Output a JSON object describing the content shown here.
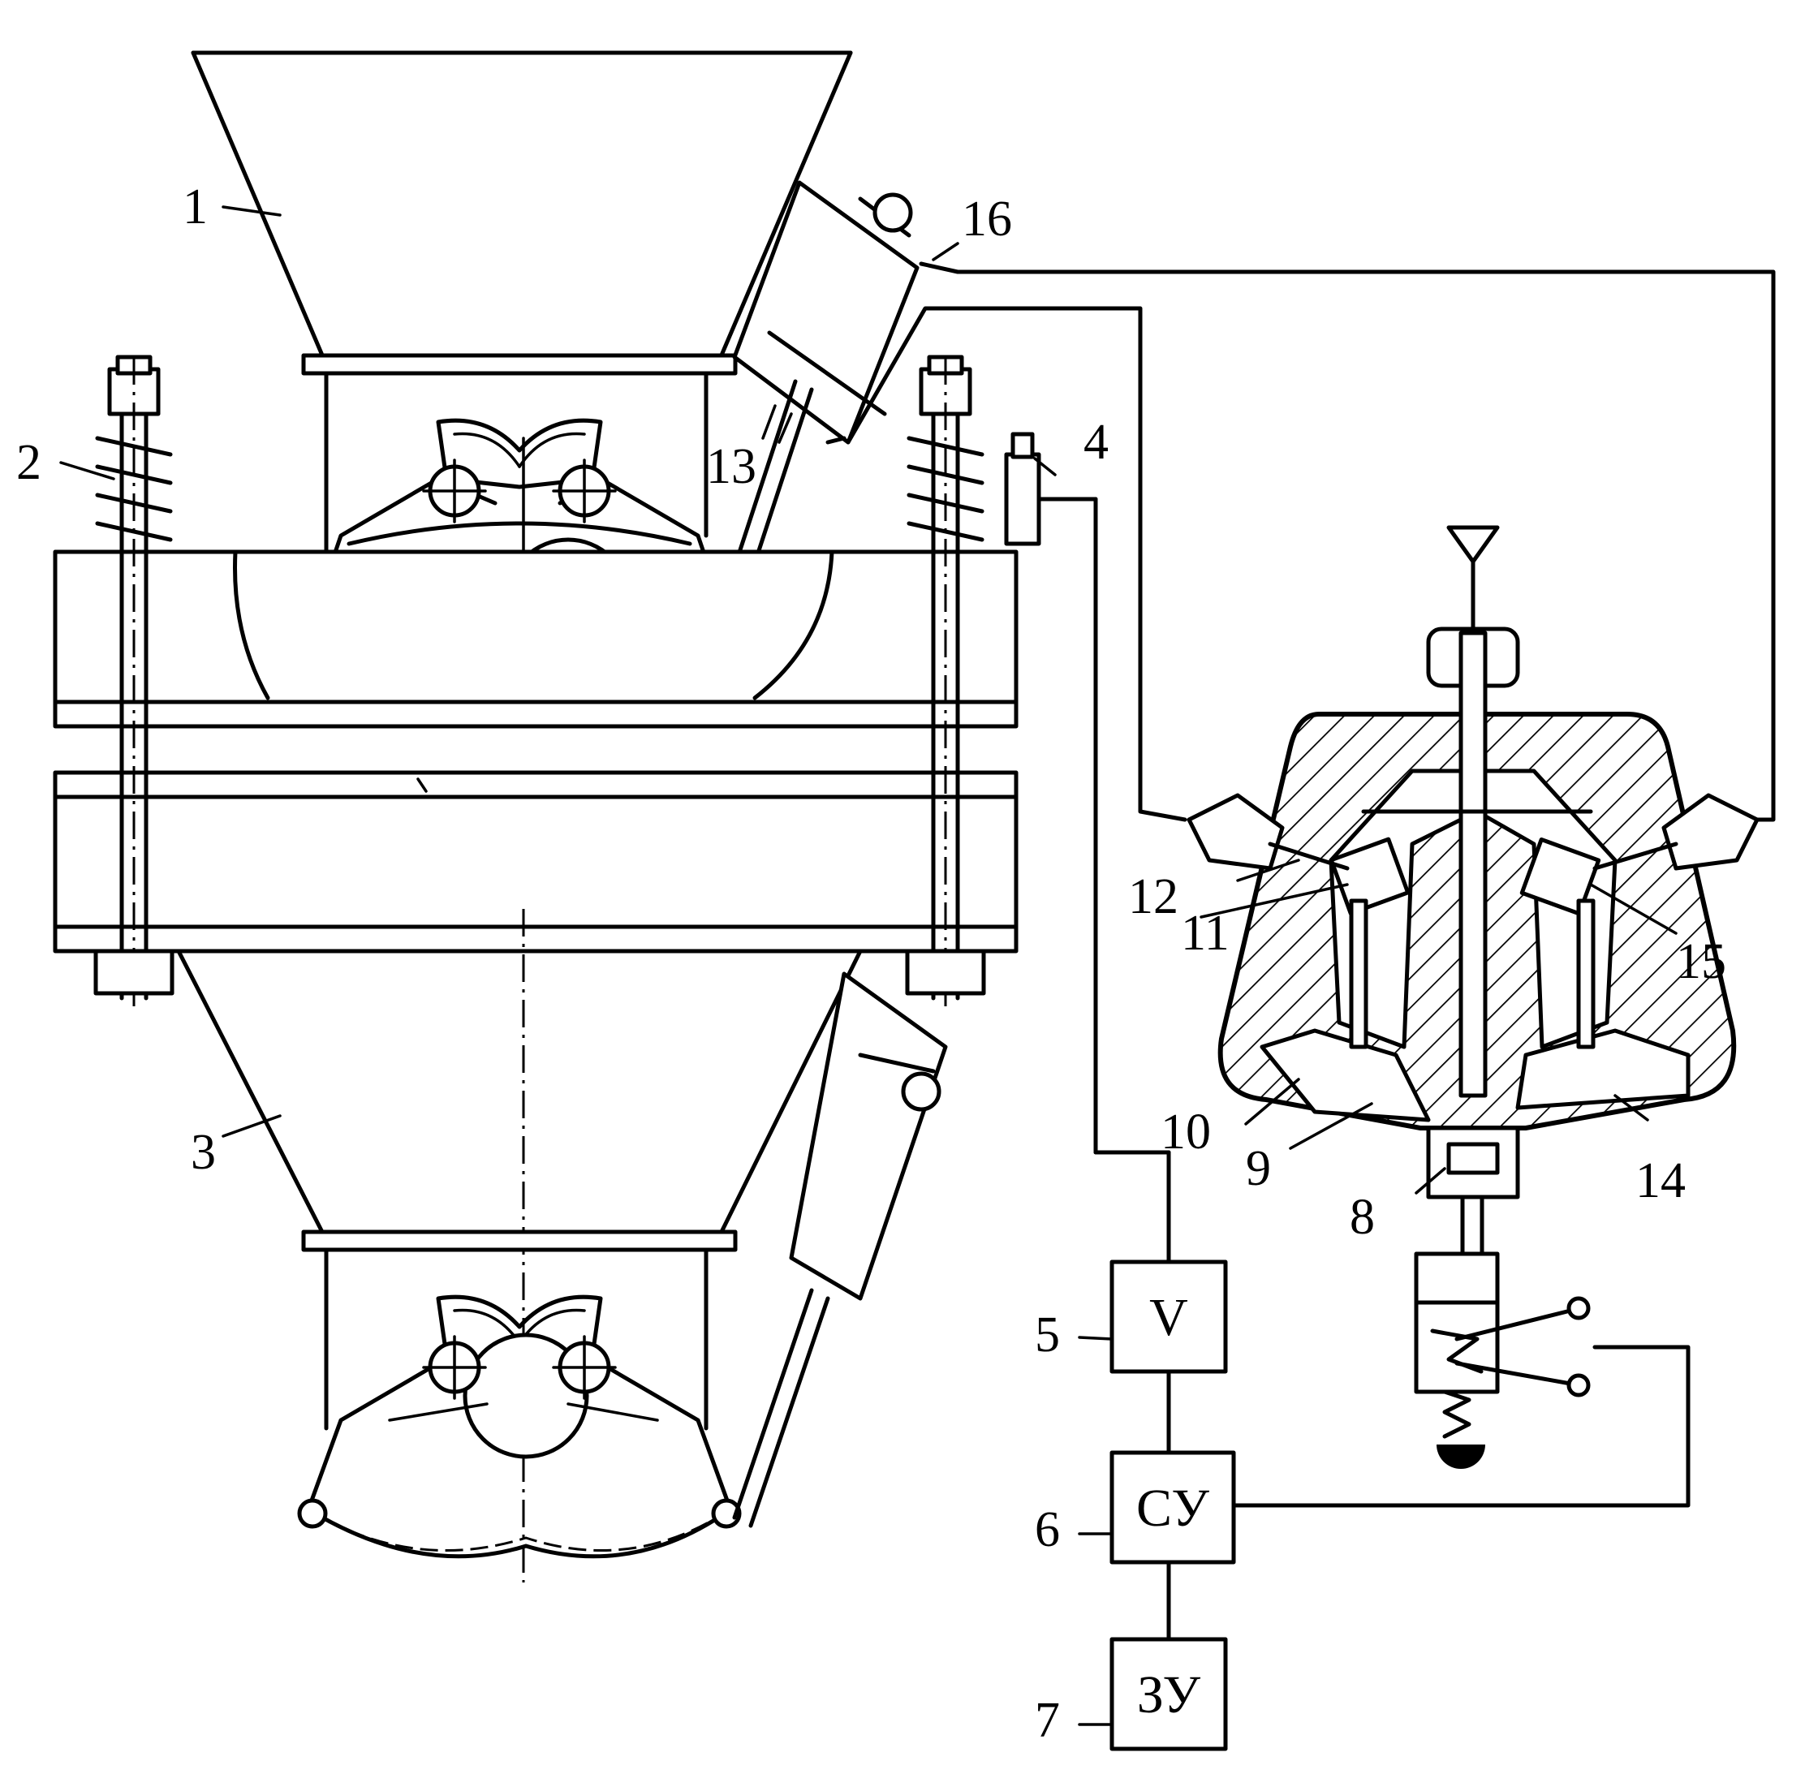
{
  "labels": {
    "l1": "1",
    "l2": "2",
    "l3": "3",
    "l4": "4",
    "l5": "5",
    "l6": "6",
    "l7": "7",
    "l8": "8",
    "l9": "9",
    "l10": "10",
    "l11": "11",
    "l12": "12",
    "l13": "13",
    "l14": "14",
    "l15": "15",
    "l16": "16"
  },
  "blocks": {
    "v": "V",
    "su": "СУ",
    "zu": "ЗУ"
  }
}
